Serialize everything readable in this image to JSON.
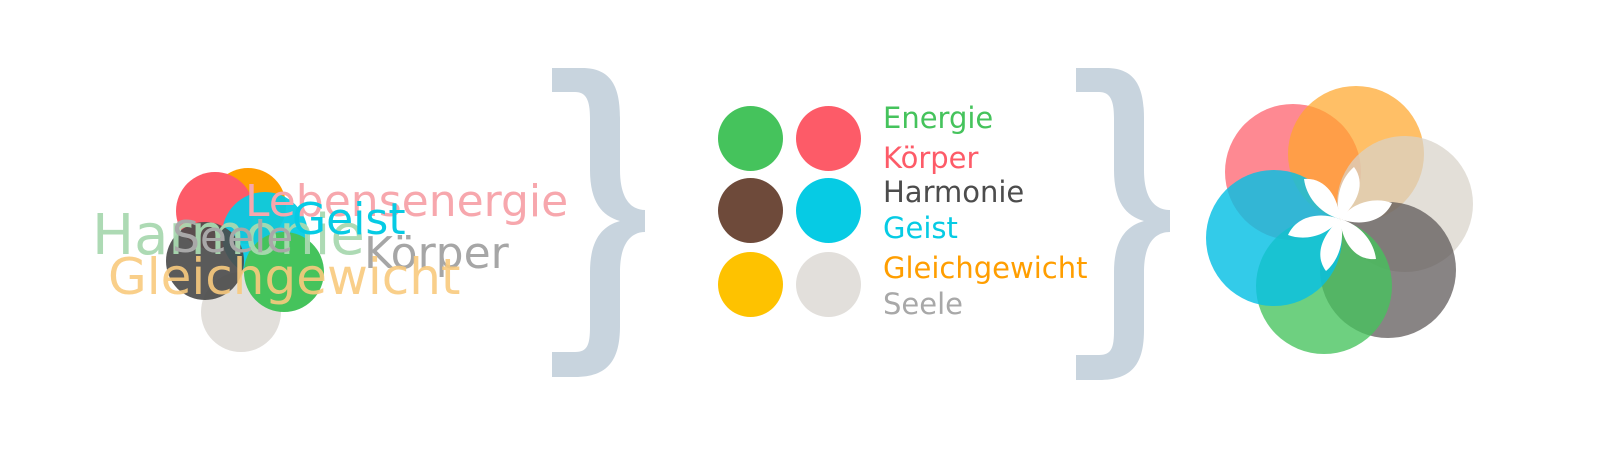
{
  "colors": {
    "green": "#45c35c",
    "red": "#fd5b68",
    "brown": "#6e4a3a",
    "cyan": "#06cbe4",
    "yellow": "#fec200",
    "lightgray": "#e2dfdb",
    "darkgray": "#4c4c4c",
    "orange": "#ff9e00",
    "midgray": "#a8a8a8",
    "brace": "#c8d4de"
  },
  "chaos": {
    "words": [
      {
        "text": "Lebensenergie",
        "color": "#f7a7ad"
      },
      {
        "text": "Harmonie",
        "color": "#a9d9b0"
      },
      {
        "text": "Seele",
        "color": "#a8a8a8"
      },
      {
        "text": "Geist",
        "color": "#06cbe4"
      },
      {
        "text": "Körper",
        "color": "#a6a6a6"
      },
      {
        "text": "Gleichgewicht",
        "color": "#f9ca7e"
      }
    ]
  },
  "legend": {
    "items": [
      {
        "label": "Energie",
        "color": "#45c35c"
      },
      {
        "label": "Körper",
        "color": "#fd5b68"
      },
      {
        "label": "Harmonie",
        "color": "#4c4c4c"
      },
      {
        "label": "Geist",
        "color": "#06cbe4"
      },
      {
        "label": "Gleichgewicht",
        "color": "#ff9e00"
      },
      {
        "label": "Seele",
        "color": "#a8a8a8"
      }
    ],
    "swatches": [
      {
        "name": "green",
        "color": "#45c35c"
      },
      {
        "name": "red",
        "color": "#fd5b68"
      },
      {
        "name": "brown",
        "color": "#6e4a3a"
      },
      {
        "name": "cyan",
        "color": "#06cbe4"
      },
      {
        "name": "yellow",
        "color": "#fec200"
      },
      {
        "name": "lightgray",
        "color": "#e2dfdb"
      }
    ]
  },
  "logo": {
    "petals": [
      {
        "name": "red-petal",
        "color": "#fd5b68"
      },
      {
        "name": "orange-petal",
        "color": "#ffa62b"
      },
      {
        "name": "beige-petal",
        "color": "#d8d2c9"
      },
      {
        "name": "darkgray-petal",
        "color": "#5a5555"
      },
      {
        "name": "green-petal",
        "color": "#45c35c"
      },
      {
        "name": "cyan-petal",
        "color": "#06bfe4"
      }
    ]
  }
}
